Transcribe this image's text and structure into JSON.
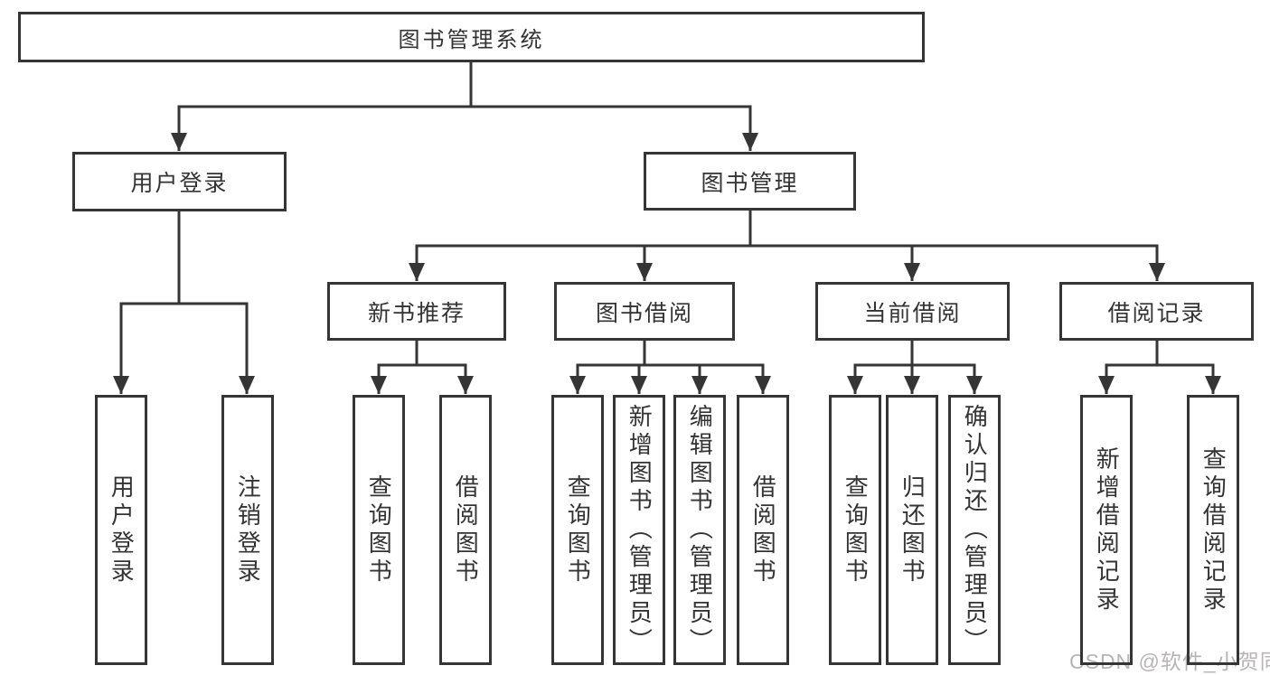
{
  "colors": {
    "line": "#353535",
    "box_border": "#353535",
    "text": "#333333",
    "watermark": "#b7b4b4",
    "background": "#ffffff"
  },
  "watermark": {
    "text": "CSDN @软件_小贺同学"
  },
  "tree": {
    "root": {
      "label": "图书管理系统",
      "children": [
        {
          "label": "用户登录",
          "children": [
            {
              "label": "用户登录"
            },
            {
              "label": "注销登录"
            }
          ]
        },
        {
          "label": "图书管理",
          "children": [
            {
              "label": "新书推荐",
              "children": [
                {
                  "label": "查询图书"
                },
                {
                  "label": "借阅图书"
                }
              ]
            },
            {
              "label": "图书借阅",
              "children": [
                {
                  "label": "查询图书"
                },
                {
                  "label": "新增图书（管理员）"
                },
                {
                  "label": "编辑图书（管理员）"
                },
                {
                  "label": "借阅图书"
                }
              ]
            },
            {
              "label": "当前借阅",
              "children": [
                {
                  "label": "查询图书"
                },
                {
                  "label": "归还图书"
                },
                {
                  "label": "确认归还（管理员）"
                }
              ]
            },
            {
              "label": "借阅记录",
              "children": [
                {
                  "label": "新增借阅记录"
                },
                {
                  "label": "查询借阅记录"
                }
              ]
            }
          ]
        }
      ]
    }
  }
}
